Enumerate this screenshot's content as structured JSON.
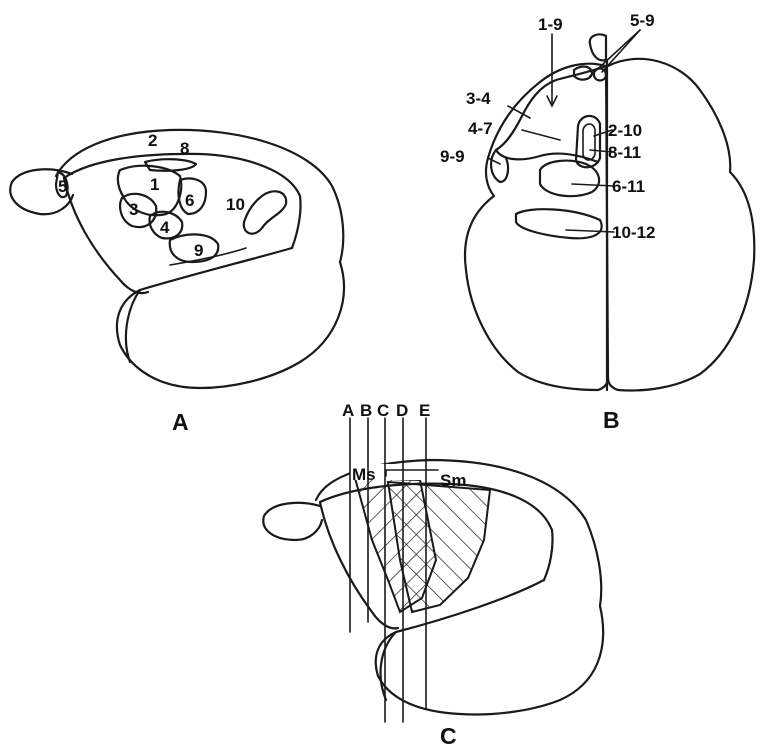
{
  "figure": {
    "panels": [
      {
        "id": "A",
        "label": "A",
        "regions": [
          "1",
          "2",
          "3",
          "4",
          "5",
          "6",
          "8",
          "9",
          "10"
        ]
      },
      {
        "id": "B",
        "label": "B",
        "regions": [
          "1-9",
          "5-9",
          "3-4",
          "4-7",
          "2-10",
          "8-11",
          "9-9",
          "6-11",
          "10-12"
        ]
      },
      {
        "id": "C",
        "label": "C",
        "section_lines": [
          "A",
          "B",
          "C",
          "D",
          "E"
        ],
        "areas": [
          "Ms",
          "Sm"
        ]
      }
    ]
  }
}
